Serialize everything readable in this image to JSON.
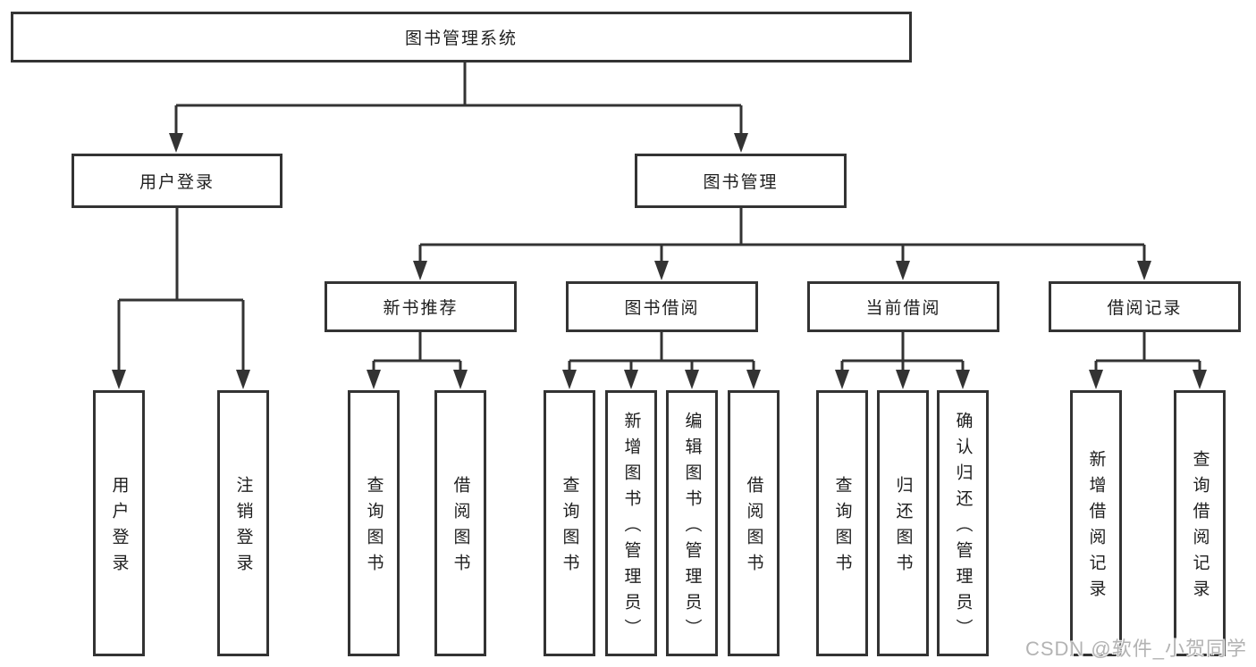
{
  "tree": {
    "label": "图书管理系统",
    "children": [
      {
        "label": "用户登录",
        "children": [
          {
            "label": "用户登录"
          },
          {
            "label": "注销登录"
          }
        ]
      },
      {
        "label": "图书管理",
        "children": [
          {
            "label": "新书推荐",
            "children": [
              {
                "label": "查询图书"
              },
              {
                "label": "借阅图书"
              }
            ]
          },
          {
            "label": "图书借阅",
            "children": [
              {
                "label": "查询图书"
              },
              {
                "label": "新增图书（管理员）"
              },
              {
                "label": "编辑图书（管理员）"
              },
              {
                "label": "借阅图书"
              }
            ]
          },
          {
            "label": "当前借阅",
            "children": [
              {
                "label": "查询图书"
              },
              {
                "label": "归还图书"
              },
              {
                "label": "确认归还（管理员）"
              }
            ]
          },
          {
            "label": "借阅记录",
            "children": [
              {
                "label": "新增借阅记录"
              },
              {
                "label": "查询借阅记录"
              }
            ]
          }
        ]
      }
    ]
  },
  "watermark": "CSDN @软件_小贺同学",
  "colors": {
    "line": "#333333",
    "text": "#1e1e1e",
    "box_background": "#ffffff",
    "watermark": "#b3b3b3"
  }
}
